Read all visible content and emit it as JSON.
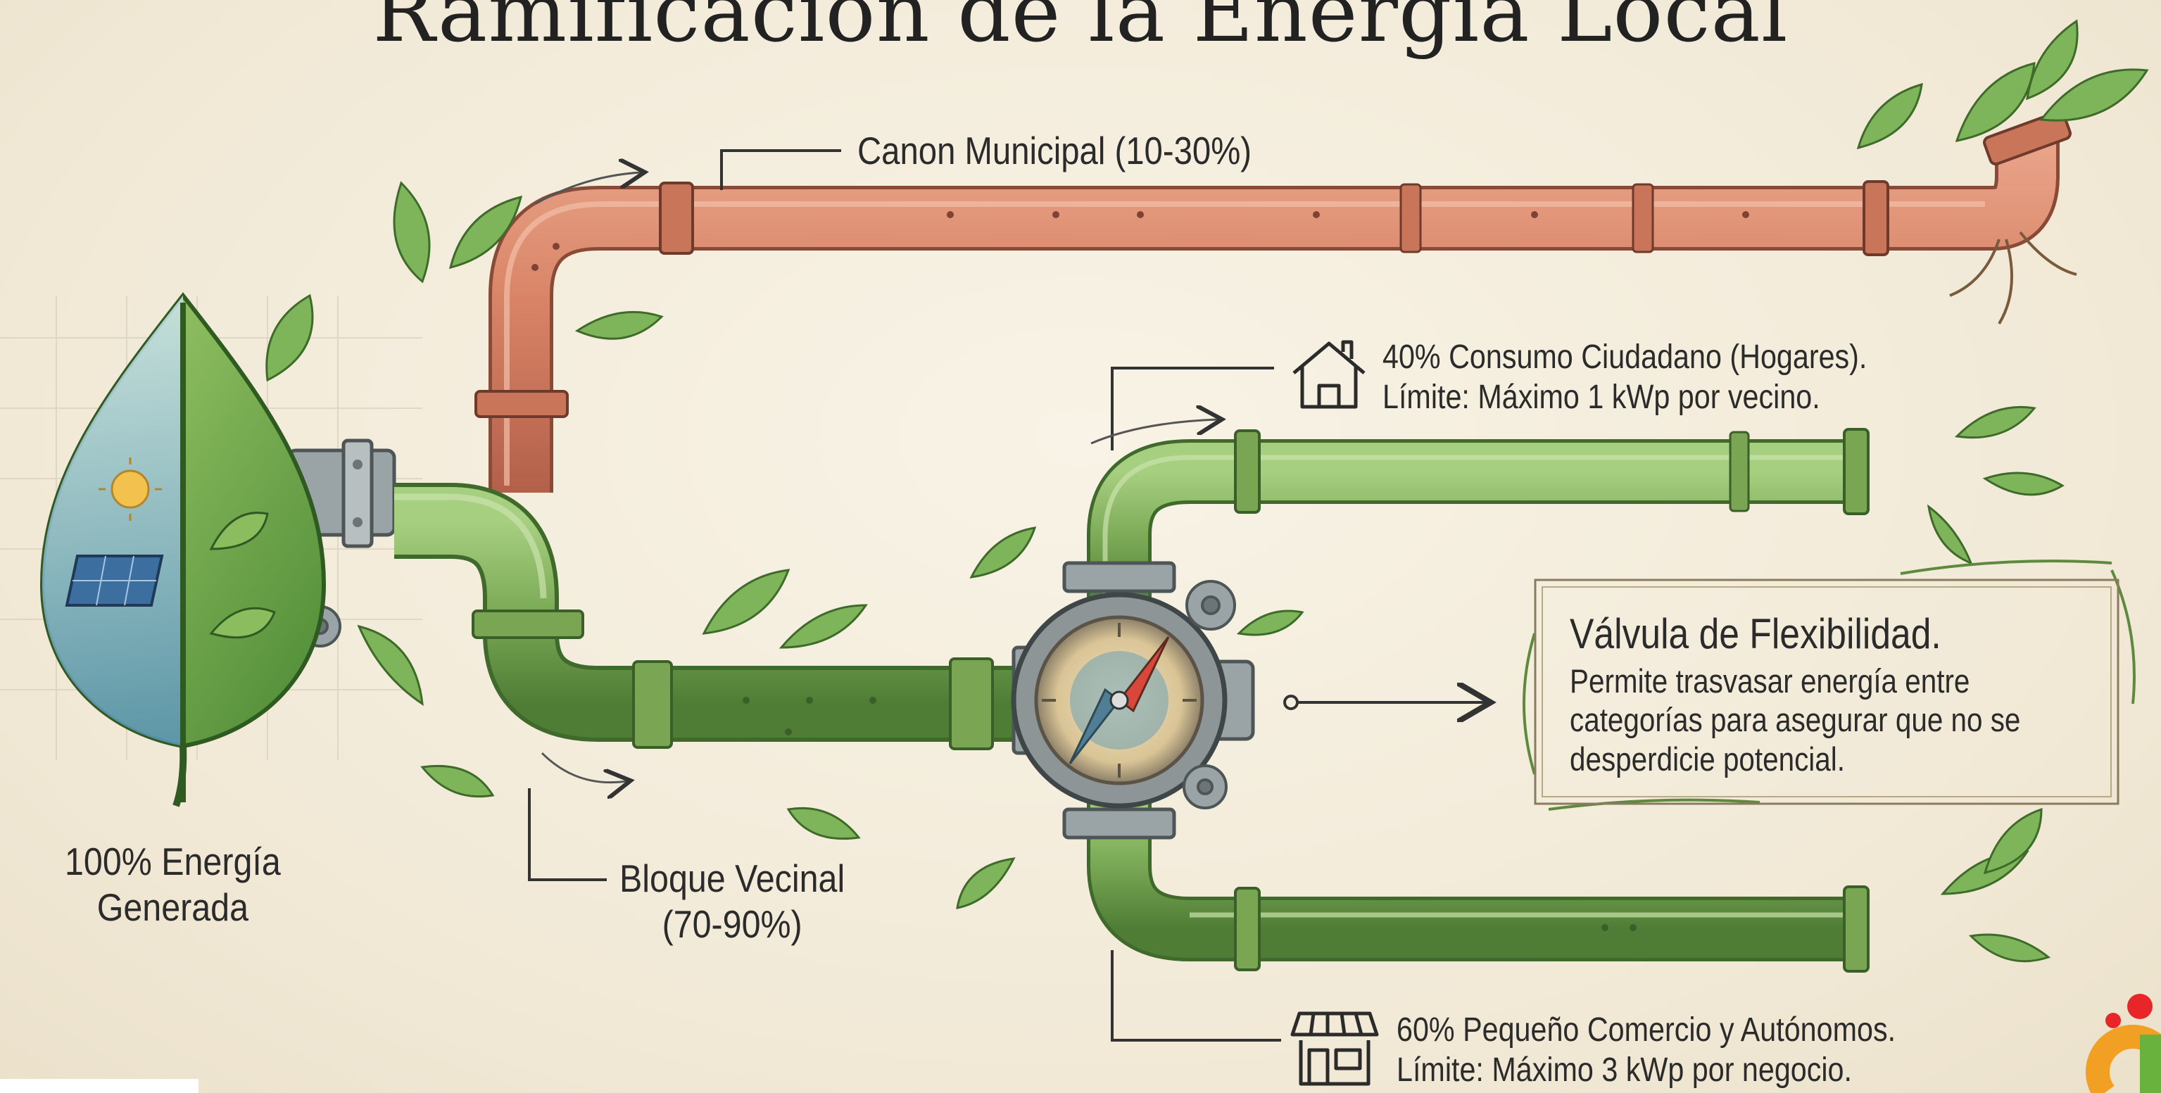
{
  "title": "Ramificación de la Energía Local",
  "source": {
    "line1": "100% Energía",
    "line2": "Generada"
  },
  "branches": {
    "canon": {
      "label": "Canon Municipal (10-30%)"
    },
    "bloque": {
      "line1": "Bloque Vecinal",
      "line2": "(70-90%)"
    },
    "hogares": {
      "icon": "house-icon",
      "line1": "40% Consumo Ciudadano (Hogares).",
      "line2": "Límite: Máximo 1 kWp por vecino."
    },
    "comercio": {
      "icon": "shop-icon",
      "line1": "60% Pequeño Comercio y Autónomos.",
      "line2": "Límite: Máximo 3 kWp por negocio."
    }
  },
  "valve": {
    "title": "Válvula de Flexibilidad.",
    "description": "Permite trasvasar energía entre categorías para asegurar que no se desperdicie potencial."
  },
  "colors": {
    "copper_pipe": "#d98467",
    "green_pipe": "#7fae5a",
    "leaf_green": "#6c9e45",
    "ink": "#2b2b2b",
    "logo_orange": "#f2a024",
    "logo_red": "#e8262a"
  }
}
